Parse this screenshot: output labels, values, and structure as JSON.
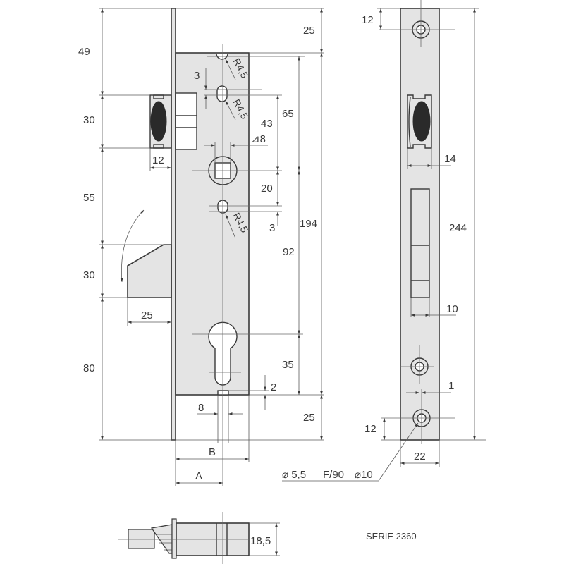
{
  "title": "SERIE 2360",
  "colors": {
    "line": "#3a3a3a",
    "body_fill": "#e4e4e4",
    "background": "#ffffff",
    "dark_roller": "#2a2a2a"
  },
  "front_view": {
    "left_dimensions": {
      "d_49": "49",
      "d_30_top": "30",
      "d_12_roller": "12",
      "d_55": "55",
      "d_30_latch": "30",
      "d_25_latch": "25",
      "d_80": "80"
    },
    "inner_dimensions": {
      "d_3_top": "3",
      "r_top": "R4,5",
      "r_mid": "R4,5",
      "d_43": "43",
      "d_65": "65",
      "square_8": "⊿8",
      "d_20": "20",
      "r_low": "R4,5",
      "d_3_low": "3",
      "d_92": "92",
      "d_35": "35",
      "d_2": "2",
      "d_8_slot": "8"
    },
    "right_dimensions": {
      "d_25_top": "25",
      "d_194": "194",
      "d_25_bottom": "25"
    },
    "bottom_dimensions": {
      "B": "B",
      "A": "A"
    }
  },
  "side_view": {
    "d_12_top": "12",
    "d_14": "14",
    "d_244": "244",
    "d_10": "10",
    "d_1": "1",
    "d_12_bottom": "12",
    "d_22": "22",
    "hole_callout": {
      "dia_small": "⌀ 5,5",
      "countersink": "F/90",
      "dia_large": "⌀10"
    }
  },
  "bottom_view": {
    "d_18_5": "18,5"
  }
}
